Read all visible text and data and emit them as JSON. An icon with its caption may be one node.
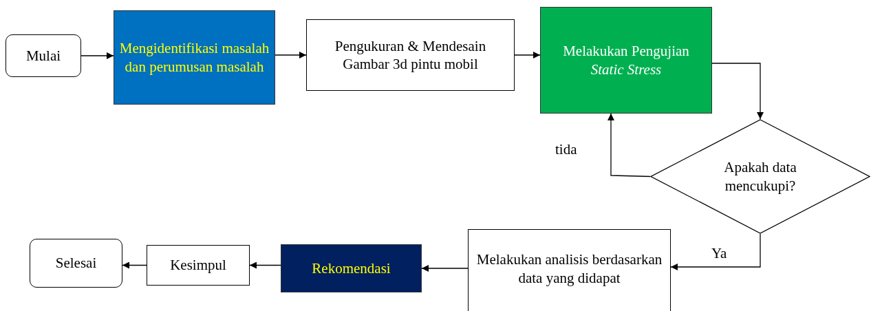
{
  "diagram": {
    "nodes": [
      {
        "text": [
          "Mulai"
        ]
      },
      {
        "text": [
          "Mengidentifikasi masalah dan perumusan masalah"
        ]
      },
      {
        "text": [
          "Pengukuran & Mendesain Gambar 3d pintu mobil"
        ]
      },
      {
        "text": [
          "Melakukan Pengujian *Static Stress*"
        ]
      },
      {
        "text": [
          "Apakah data mencukupi?"
        ]
      },
      {
        "text": [
          "Melakukan analisis berdasarkan data yang didapat"
        ]
      },
      {
        "text": [
          "Rekomendasi"
        ]
      },
      {
        "text": [
          "Kesimpul"
        ]
      },
      {
        "text": [
          "Selesai"
        ]
      }
    ],
    "edges": [
      {
        "from": 0,
        "to": 1,
        "arrow": "to"
      },
      {
        "from": 1,
        "to": 2,
        "arrow": "to"
      },
      {
        "from": 2,
        "to": 3,
        "arrow": "to"
      },
      {
        "from": 3,
        "to": 4,
        "arrow": "to"
      },
      {
        "from": 4,
        "to": 3,
        "arrow": "to",
        "label": "tida"
      },
      {
        "from": 4,
        "to": 5,
        "arrow": "to",
        "label": "Ya"
      },
      {
        "from": 5,
        "to": 6,
        "arrow": "to"
      },
      {
        "from": 6,
        "to": 7,
        "arrow": "to"
      },
      {
        "from": 7,
        "to": 8,
        "arrow": "to"
      }
    ]
  }
}
